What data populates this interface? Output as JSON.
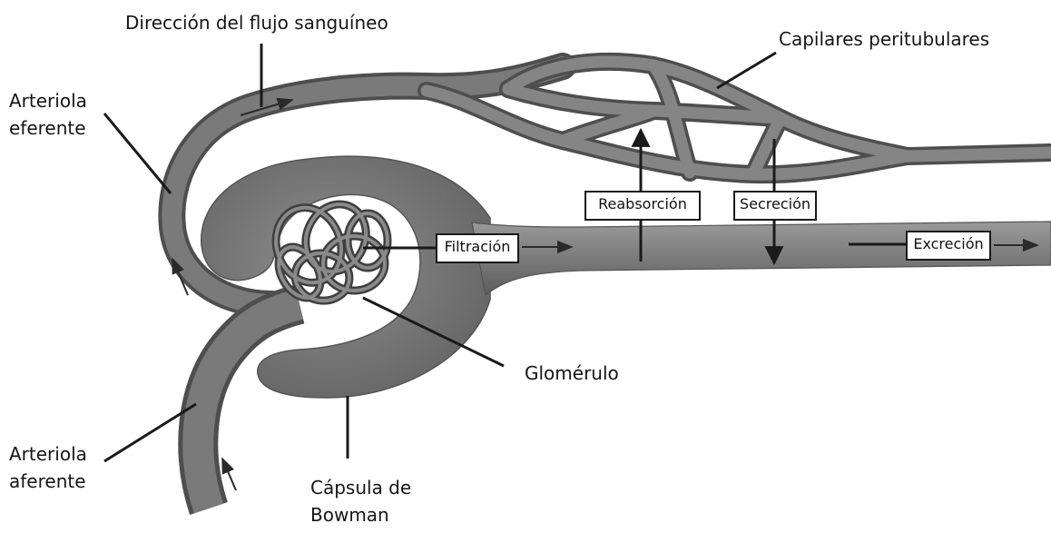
{
  "labels": {
    "flow_direction": "Dirección del flujo sanguíneo",
    "efferent_line1": "Arteriola",
    "efferent_line2": "eferente",
    "peritubular": "Capilares peritubulares",
    "glomerulus": "Glomérulo",
    "afferent_line1": "Arteriola",
    "afferent_line2": "aferente",
    "bowman_line1": "Cápsula de",
    "bowman_line2": "Bowman"
  },
  "processes": {
    "filtration": "Filtración",
    "reabsorption": "Reabsorción",
    "secretion": "Secreción",
    "excretion": "Excreción"
  },
  "colors": {
    "vessel": "#6e6e6e",
    "vessel_dark": "#4a4a4a",
    "vessel_light": "#8c8c8c",
    "capsule": "#7a7a7a",
    "line": "#1a1a1a"
  }
}
